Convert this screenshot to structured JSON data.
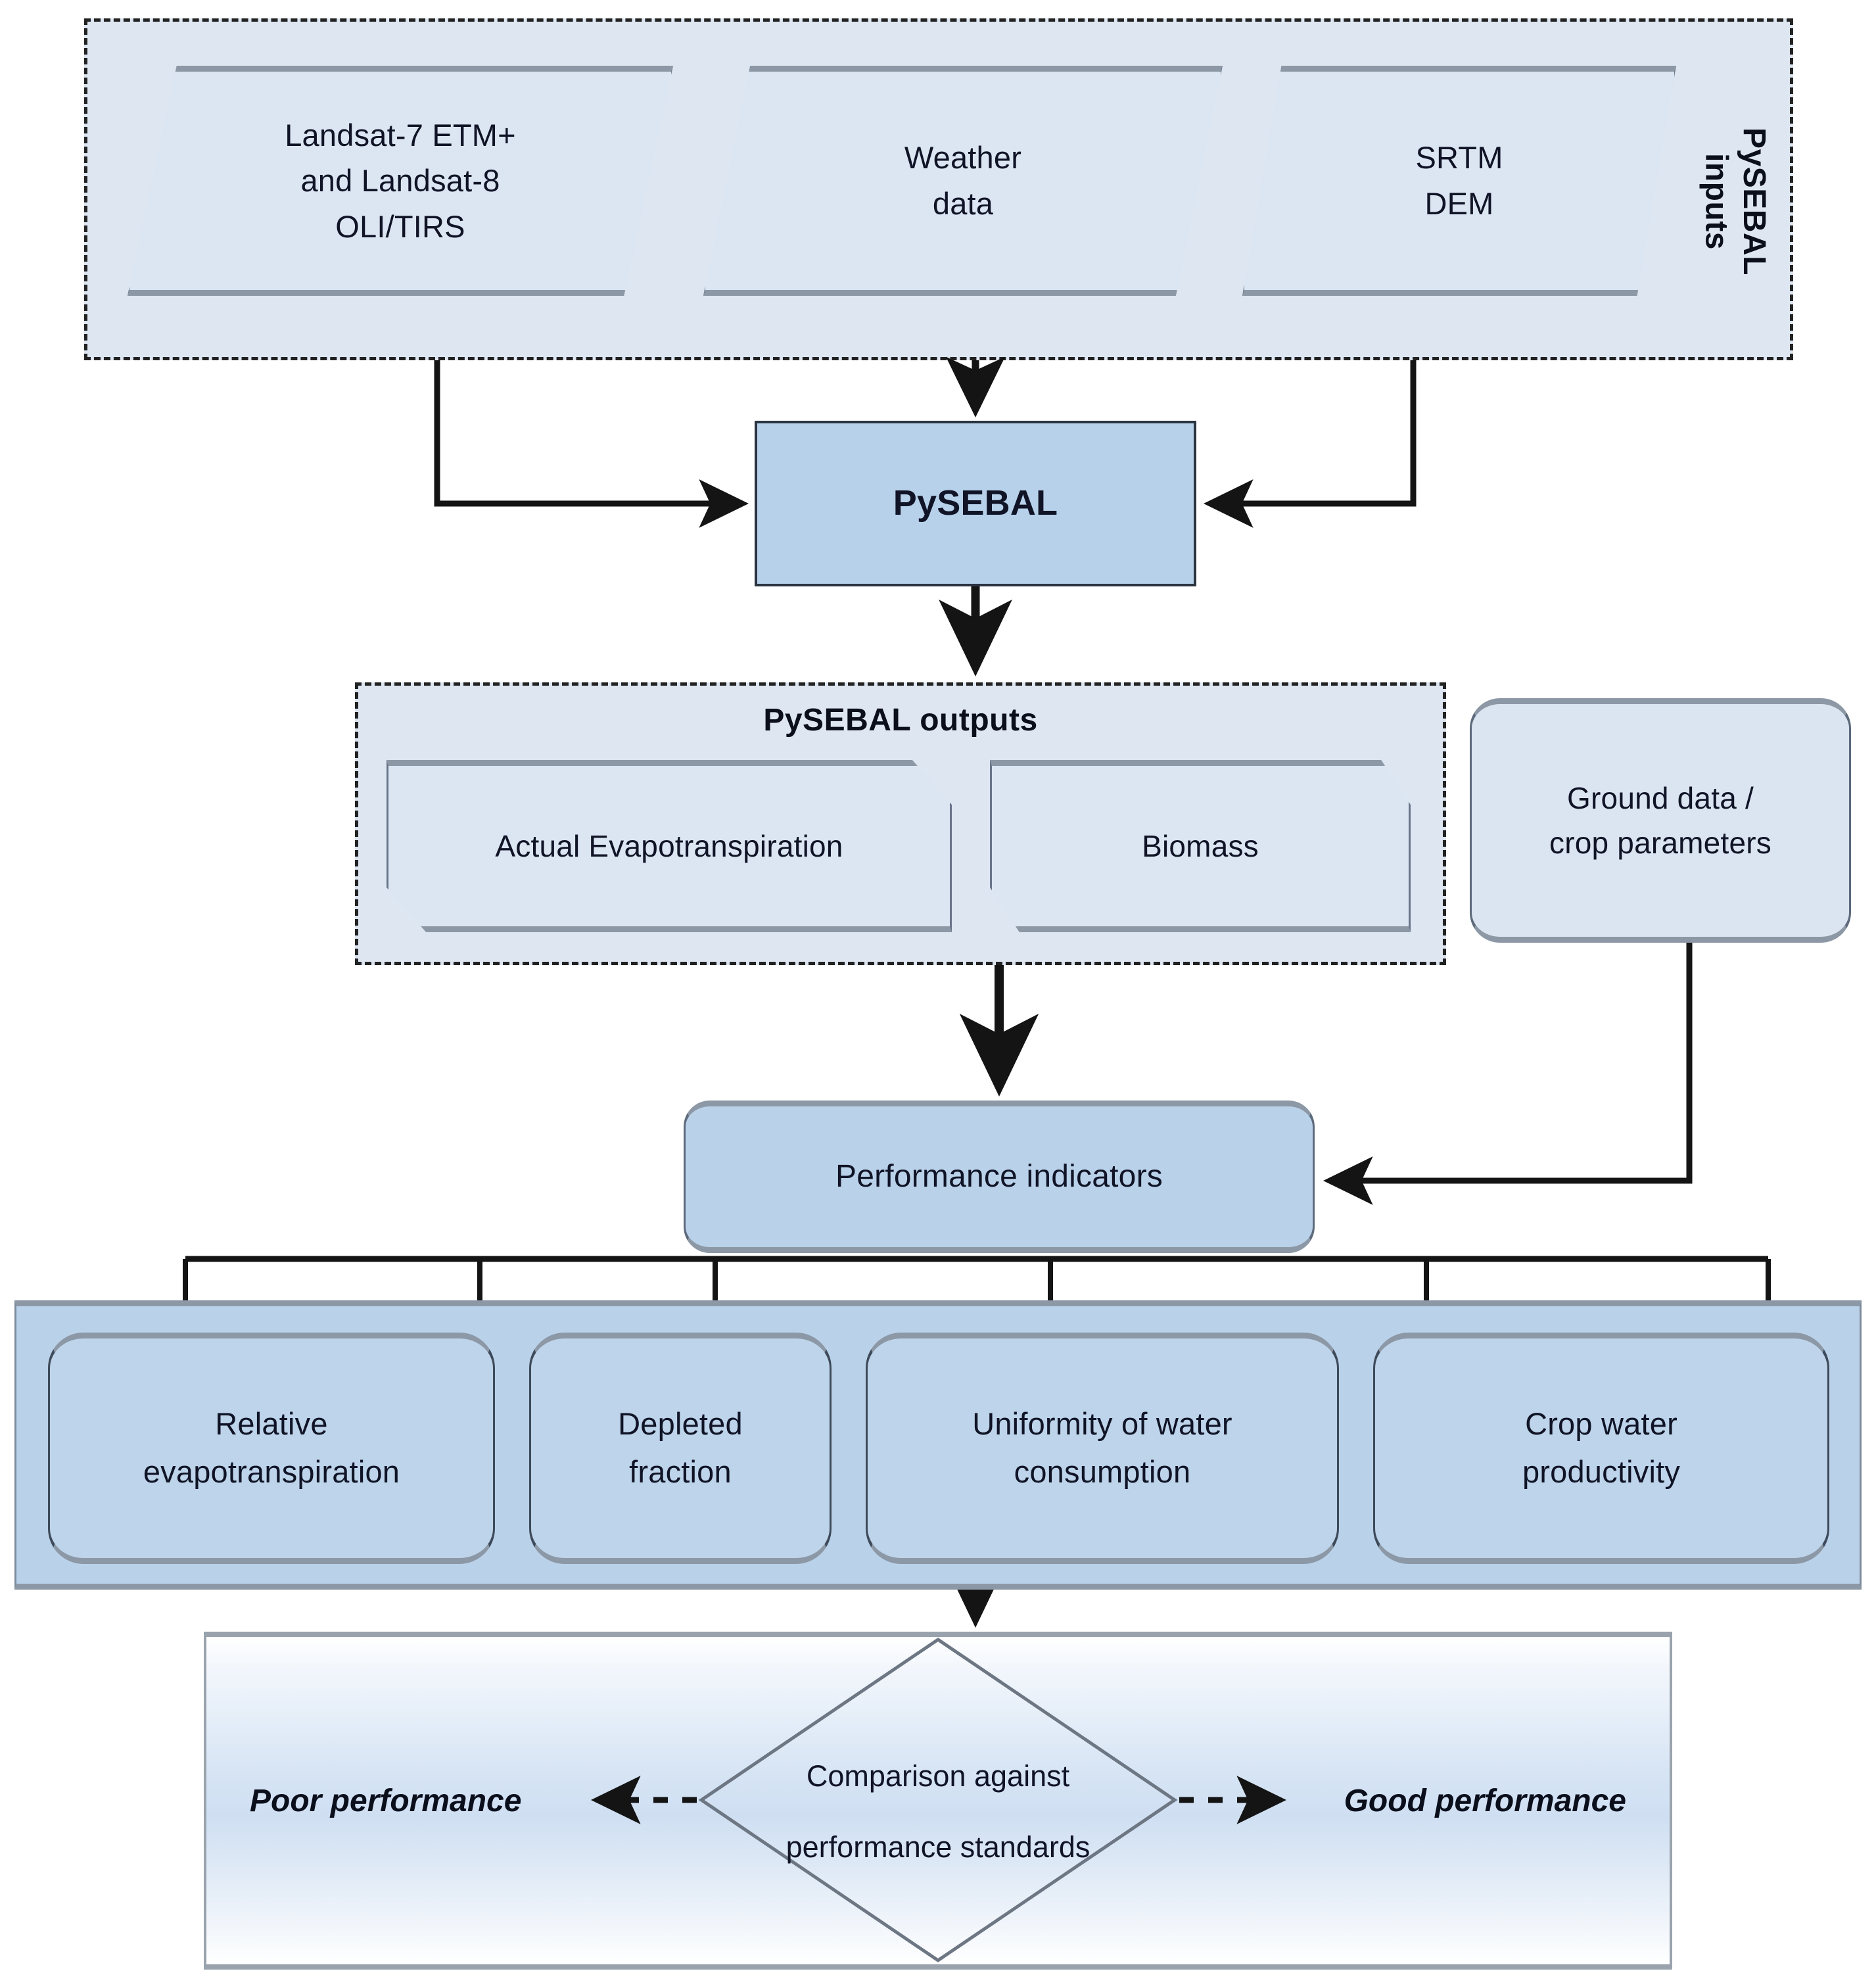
{
  "diagram": {
    "title": "PySEBAL irrigation performance assessment workflow",
    "colors": {
      "panel_fill": "#dde6f1",
      "card_fill": "#dce6f2",
      "accent_fill": "#b9d2ea",
      "border_dark": "#222222",
      "border_mid": "#6c7787",
      "text": "#101426"
    }
  },
  "inputs_group": {
    "caption": "PySEBAL\ninputs",
    "cards": [
      {
        "id": "landsat",
        "label": "Landsat-7 ETM+\nand Landsat-8\nOLI/TIRS",
        "shape": "parallelogram"
      },
      {
        "id": "weather",
        "label": "Weather\ndata",
        "shape": "parallelogram"
      },
      {
        "id": "srtm",
        "label": "SRTM\nDEM",
        "shape": "parallelogram"
      }
    ]
  },
  "engine": {
    "label": "PySEBAL"
  },
  "outputs_group": {
    "caption": "PySEBAL  outputs",
    "cards": [
      {
        "id": "aet",
        "label": "Actual Evapotranspiration",
        "shape": "cut-corner"
      },
      {
        "id": "biomass",
        "label": "Biomass",
        "shape": "cut-corner"
      }
    ]
  },
  "ground": {
    "label": "Ground data /\ncrop parameters"
  },
  "performance": {
    "label": "Performance  indicators",
    "indicators": [
      {
        "id": "rel-et",
        "label": "Relative\nevapotranspiration"
      },
      {
        "id": "depl-frac",
        "label": "Depleted\nfraction"
      },
      {
        "id": "uniformity",
        "label": "Uniformity of water\nconsumption"
      },
      {
        "id": "cwp",
        "label": "Crop water\nproductivity"
      }
    ]
  },
  "comparison": {
    "decision_label": "Comparison against\nperformance standards",
    "left_outcome": "Poor performance",
    "right_outcome": "Good performance"
  }
}
